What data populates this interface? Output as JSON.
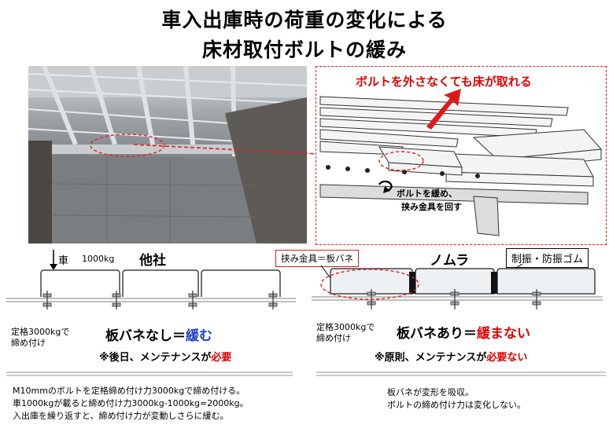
{
  "title": {
    "line1": "車入出庫時の荷重の変化による",
    "line2": "床材取付ボルトの緩み"
  },
  "inset": {
    "headline": "ボルトを外さなくても床が取れる",
    "rotate_note_1": "ボルトを緩め、",
    "rotate_note_2": "挟み金具を回す"
  },
  "left": {
    "car_label": "車",
    "load_label": "1000kg",
    "company": "他社",
    "rated_1": "定格3000kgで",
    "rated_2": "締め付け",
    "result_prefix": "板バネなし＝",
    "result_emph": "緩む",
    "note_prefix": "※後日、メンテナンスが",
    "note_emph": "必要",
    "desc_1": "M10mmのボルトを定格締め付け力3000kgで締め付ける。",
    "desc_2": "車1000kgが載ると締め付け力3000kg-1000kg=2000kg。",
    "desc_3": "入出庫を繰り返すと、締め付け力が変動しさらに緩む。"
  },
  "right": {
    "clamp_label": "挟み金具＝板バネ",
    "company": "ノムラ",
    "damping_label": "制振・防振ゴム",
    "rated_1": "定格3000kgで",
    "rated_2": "締め付け",
    "result_prefix": "板バネあり＝",
    "result_emph": "緩まない",
    "note_prefix": "※原則、メンテナンスが",
    "note_emph": "必要ない",
    "desc_1": "板バネが変形を吸収。",
    "desc_2": "ボルトの締め付け力は変化しない。"
  },
  "colors": {
    "accent_red": "#e00000",
    "accent_blue": "#1e3cc8",
    "rubber": "#111111"
  }
}
